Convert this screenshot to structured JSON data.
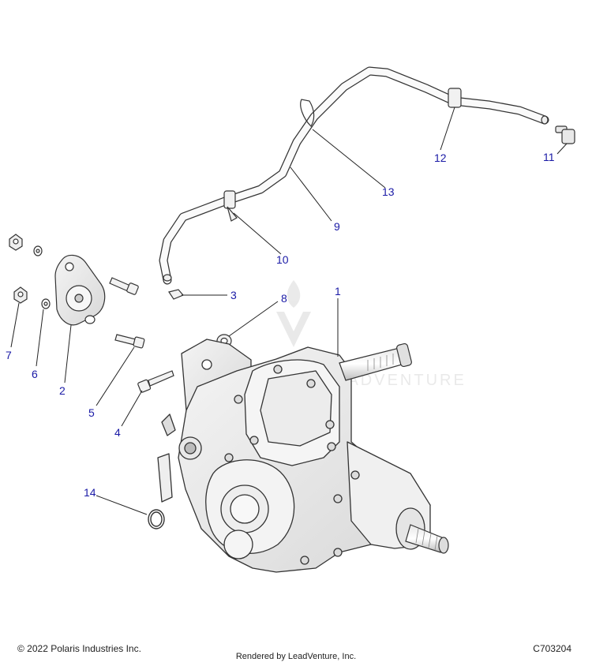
{
  "diagram": {
    "callouts": [
      {
        "id": "1",
        "label": "1"
      },
      {
        "id": "2",
        "label": "2"
      },
      {
        "id": "3",
        "label": "3"
      },
      {
        "id": "4",
        "label": "4"
      },
      {
        "id": "5",
        "label": "5"
      },
      {
        "id": "6",
        "label": "6"
      },
      {
        "id": "7",
        "label": "7"
      },
      {
        "id": "8",
        "label": "8"
      },
      {
        "id": "9",
        "label": "9"
      },
      {
        "id": "10",
        "label": "10"
      },
      {
        "id": "11",
        "label": "11"
      },
      {
        "id": "12",
        "label": "12"
      },
      {
        "id": "13",
        "label": "13"
      },
      {
        "id": "14",
        "label": "14"
      }
    ],
    "callout_color": "#1a1aa6",
    "line_color": "#222222",
    "watermark": "LeadVenture"
  },
  "footer": {
    "copyright": "© 2022 Polaris Industries Inc.",
    "rendered_by": "Rendered by LeadVenture, Inc.",
    "diagram_code": "C703204"
  }
}
